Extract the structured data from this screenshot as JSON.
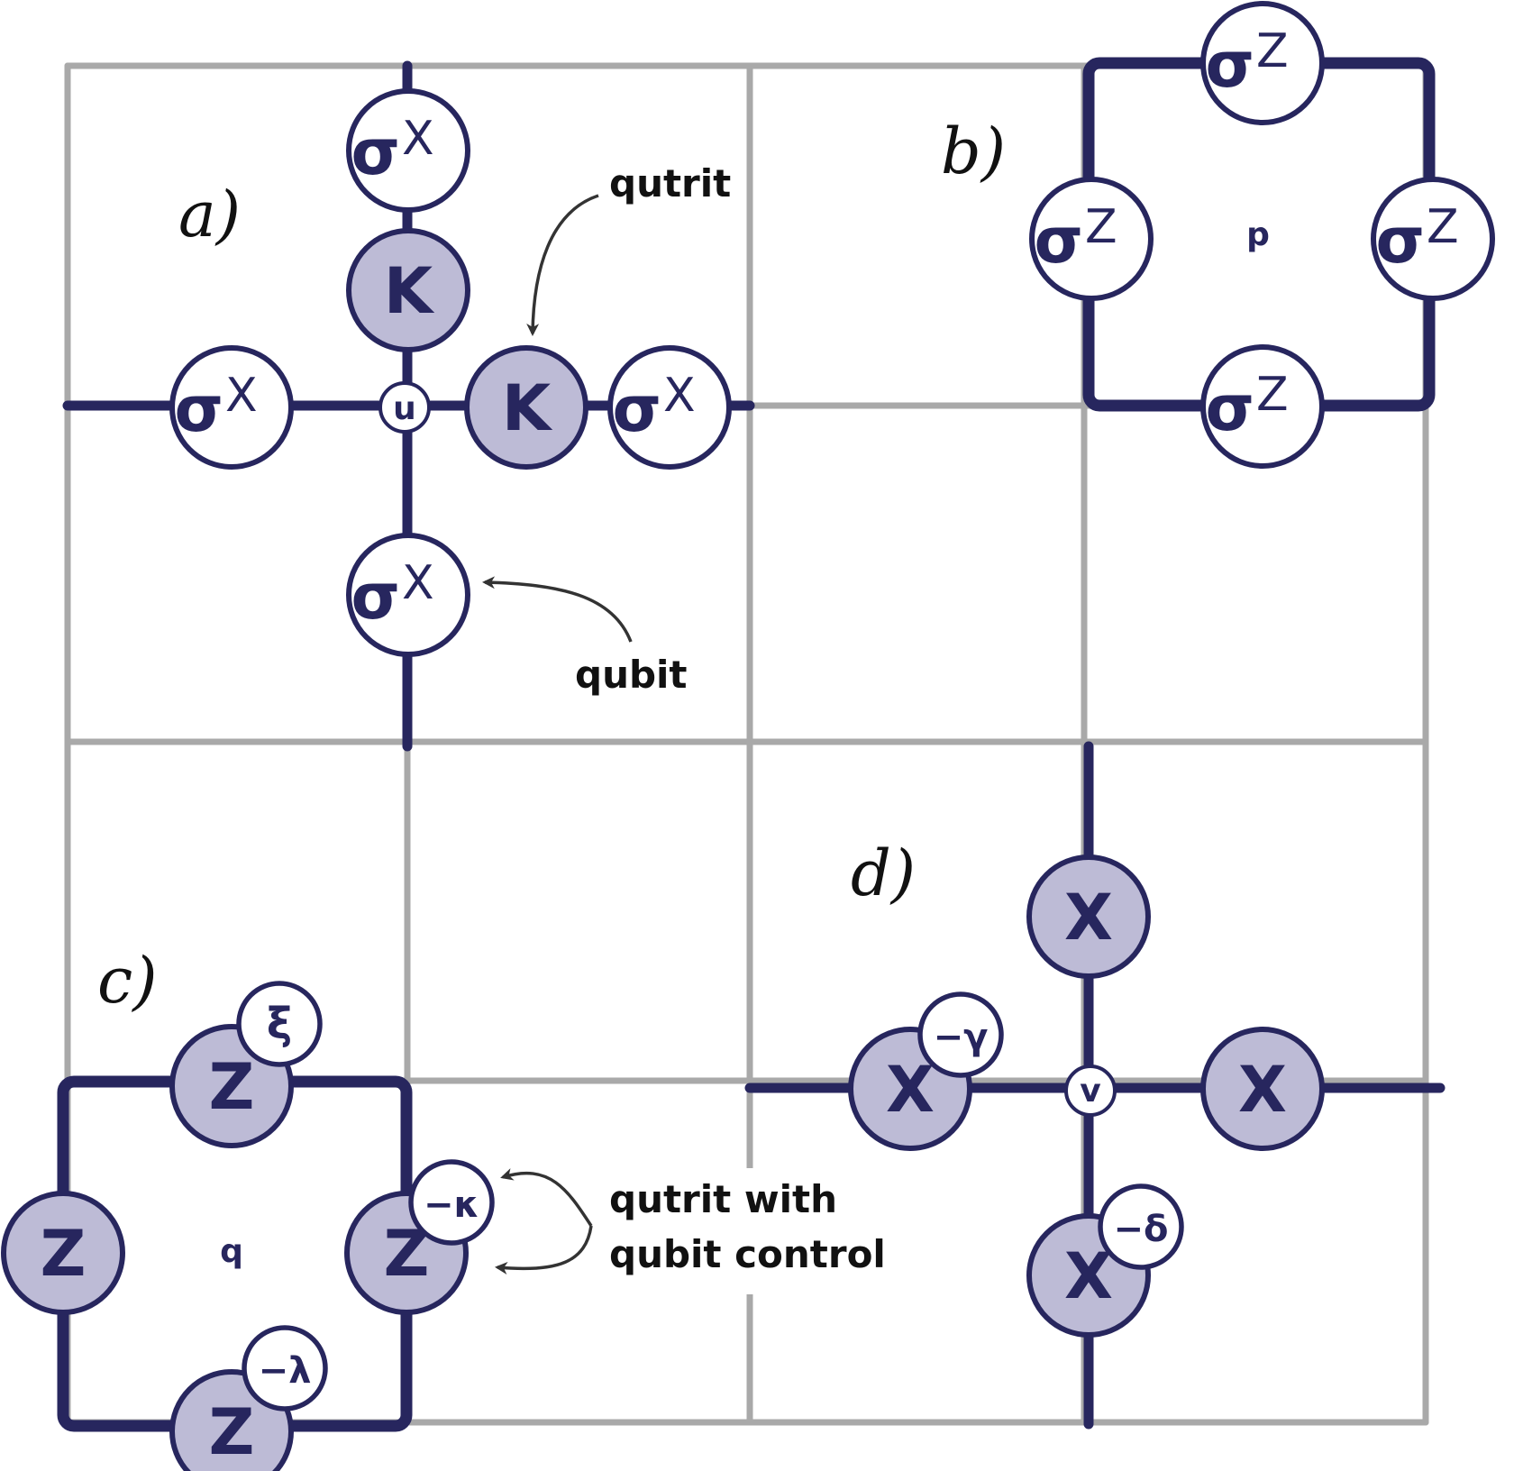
{
  "panels": {
    "a": "a)",
    "b": "b)",
    "c": "c)",
    "d": "d)"
  },
  "sites": {
    "u": "u",
    "p": "p",
    "q": "q",
    "v": "v"
  },
  "annotations": {
    "qutrit": "qutrit",
    "qubit": "qubit",
    "qutrit_with_line1": "qutrit with",
    "qutrit_with_line2": "qubit control"
  },
  "operators": {
    "sigma": "σ",
    "x_sup": "X",
    "z_sup": "Z",
    "K": "K",
    "Z": "Z",
    "X": "X"
  },
  "phases": {
    "xi": "ξ",
    "kappa": "−κ",
    "lambda": "−λ",
    "gamma": "−γ",
    "delta": "−δ"
  },
  "colors": {
    "bond": "#27265e",
    "fill": "#bdbbd6",
    "grid": "#a9a9a9"
  }
}
